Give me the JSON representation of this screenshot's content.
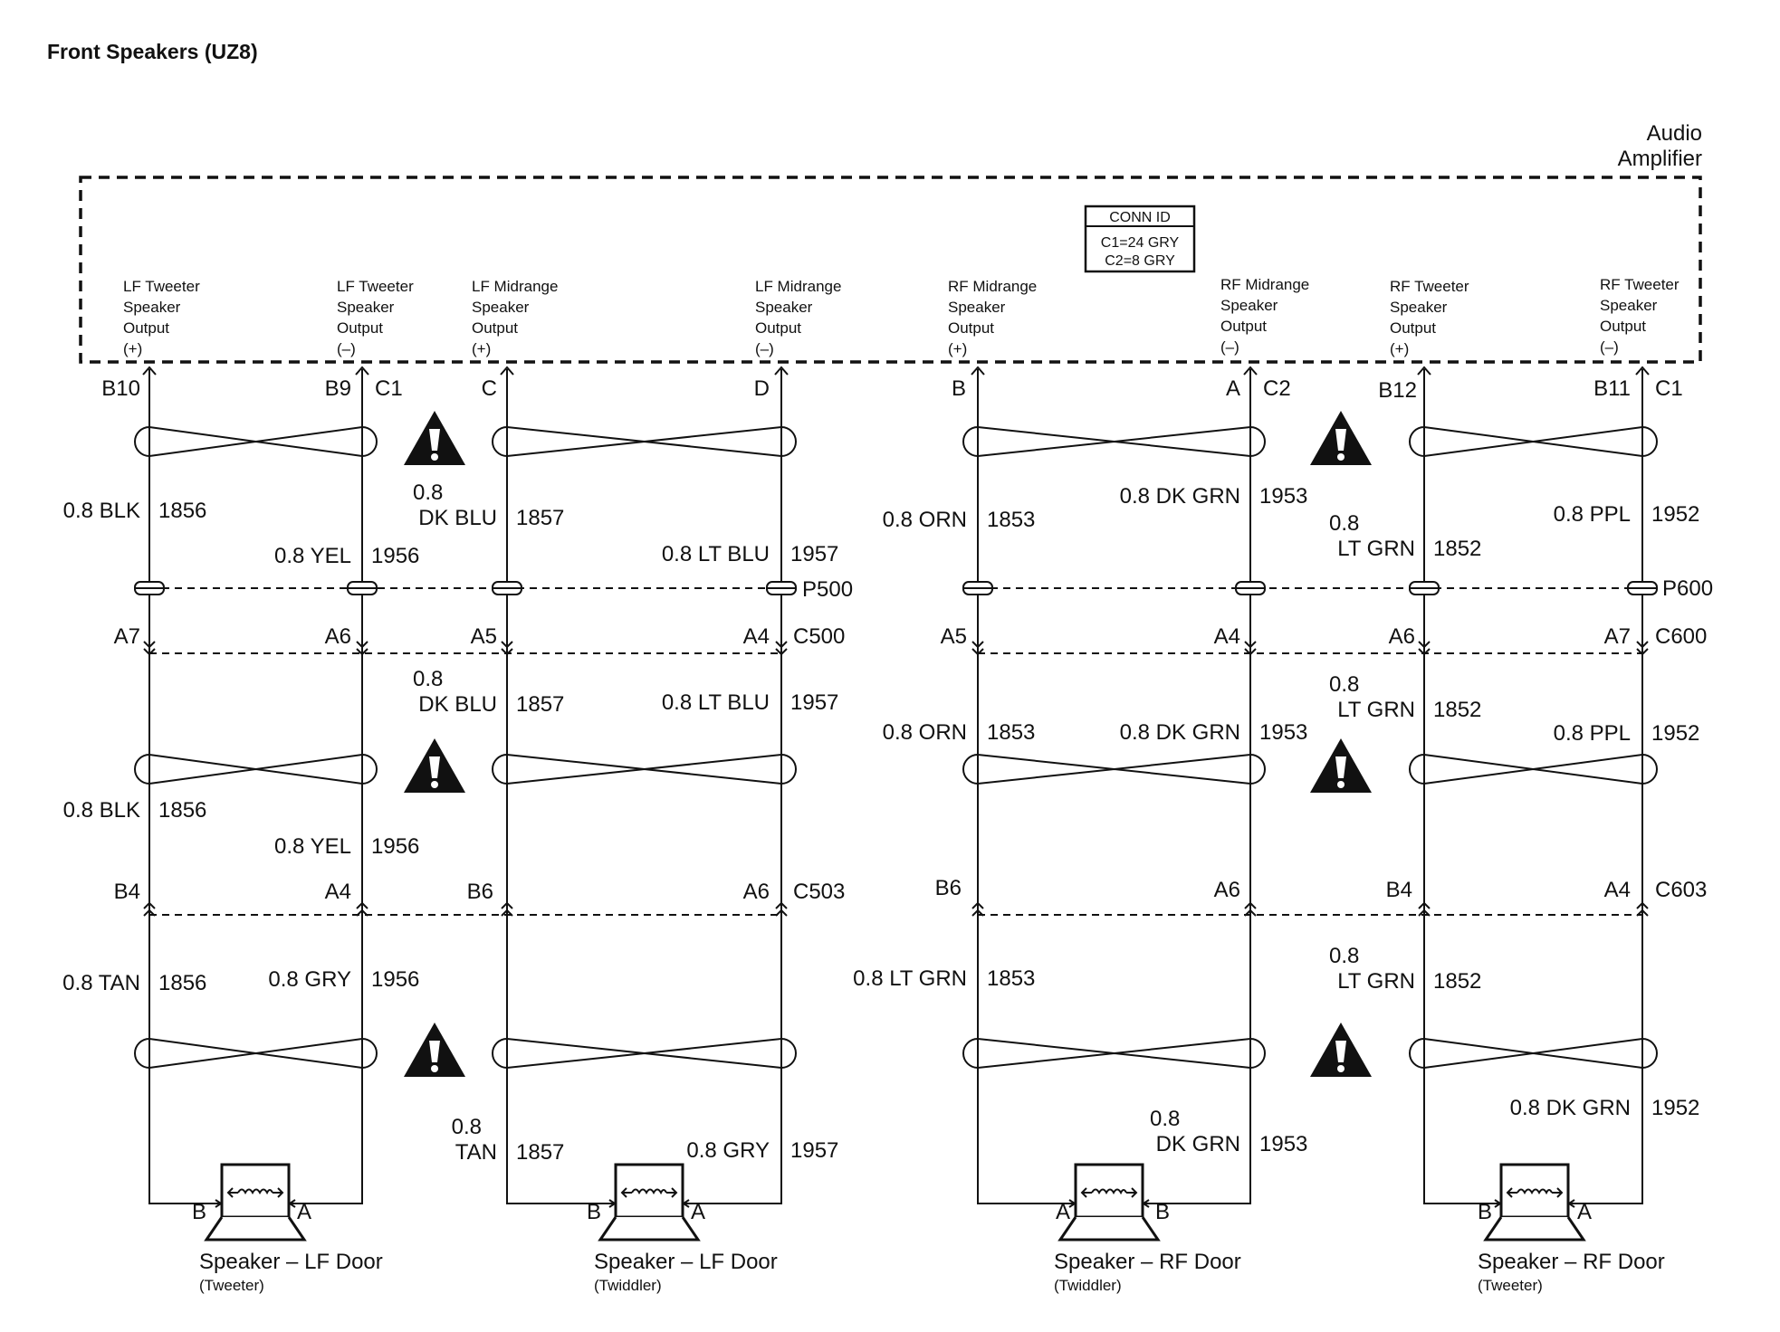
{
  "title": "Front Speakers (UZ8)",
  "component": {
    "name_line1": "Audio",
    "name_line2": "Amplifier"
  },
  "conn_id": {
    "header": "CONN ID",
    "line1": "C1=24 GRY",
    "line2": "C2=8 GRY"
  },
  "outputs": [
    [
      "LF Tweeter",
      "Speaker",
      "Output",
      "(+)"
    ],
    [
      "LF Tweeter",
      "Speaker",
      "Output",
      "(–)"
    ],
    [
      "LF Midrange",
      "Speaker",
      "Output",
      "(+)"
    ],
    [
      "LF Midrange",
      "Speaker",
      "Output",
      "(–)"
    ],
    [
      "RF Midrange",
      "Speaker",
      "Output",
      "(+)"
    ],
    [
      "RF Midrange",
      "Speaker",
      "Output",
      "(–)"
    ],
    [
      "RF Tweeter",
      "Speaker",
      "Output",
      "(+)"
    ],
    [
      "RF Tweeter",
      "Speaker",
      "Output",
      "(–)"
    ]
  ],
  "top_pins": [
    "B10",
    "B9",
    "C1",
    "C",
    "D",
    "B",
    "A",
    "C2",
    "B12",
    "B11",
    "C1"
  ],
  "mid_connectors": {
    "upper_left": "P500",
    "lower_left": "C500",
    "upper_right": "P600",
    "lower_right": "C600"
  },
  "mid_pins": [
    "A7",
    "A6",
    "A5",
    "A4",
    "A5",
    "A4",
    "A6",
    "A7"
  ],
  "bottom_connectors": {
    "left": "C503",
    "right": "C603"
  },
  "bottom_pins": [
    "B4",
    "A4",
    "B6",
    "A6",
    "B6",
    "A6",
    "B4",
    "A4"
  ],
  "wires": {
    "seg1": [
      [
        "0.8 BLK",
        "1856"
      ],
      [
        "0.8 YEL",
        "1956"
      ],
      [
        "0.8",
        "DK BLU",
        "1857"
      ],
      [
        "0.8 LT BLU",
        "1957"
      ],
      [
        "0.8 ORN",
        "1853"
      ],
      [
        "0.8 DK GRN",
        "1953"
      ],
      [
        "0.8",
        "LT GRN",
        "1852"
      ],
      [
        "0.8 PPL",
        "1952"
      ]
    ],
    "seg2": [
      [
        "0.8 BLK",
        "1856"
      ],
      [
        "0.8 YEL",
        "1956"
      ],
      [
        "0.8",
        "DK BLU",
        "1857"
      ],
      [
        "0.8 LT BLU",
        "1957"
      ],
      [
        "0.8 ORN",
        "1853"
      ],
      [
        "0.8 DK GRN",
        "1953"
      ],
      [
        "0.8",
        "LT GRN",
        "1852"
      ],
      [
        "0.8 PPL",
        "1952"
      ]
    ],
    "seg3": [
      [
        "0.8 TAN",
        "1856"
      ],
      [
        "0.8 GRY",
        "1956"
      ],
      [
        "0.8",
        "TAN",
        "1857"
      ],
      [
        "0.8 GRY",
        "1957"
      ],
      [
        "0.8 LT GRN",
        "1853"
      ],
      [
        "0.8",
        "DK GRN",
        "1953"
      ],
      [
        "0.8",
        "LT GRN",
        "1852"
      ],
      [
        "0.8 DK GRN",
        "1952"
      ]
    ]
  },
  "speakers": [
    {
      "name": "Speaker – LF Door",
      "sub": "(Tweeter)",
      "left_pin": "B",
      "right_pin": "A"
    },
    {
      "name": "Speaker – LF Door",
      "sub": "(Twiddler)",
      "left_pin": "B",
      "right_pin": "A"
    },
    {
      "name": "Speaker – RF Door",
      "sub": "(Twiddler)",
      "left_pin": "A",
      "right_pin": "B"
    },
    {
      "name": "Speaker – RF Door",
      "sub": "(Tweeter)",
      "left_pin": "B",
      "right_pin": "A"
    }
  ],
  "icons": {
    "warning": "warning-triangle-icon",
    "speaker": "speaker-icon"
  }
}
